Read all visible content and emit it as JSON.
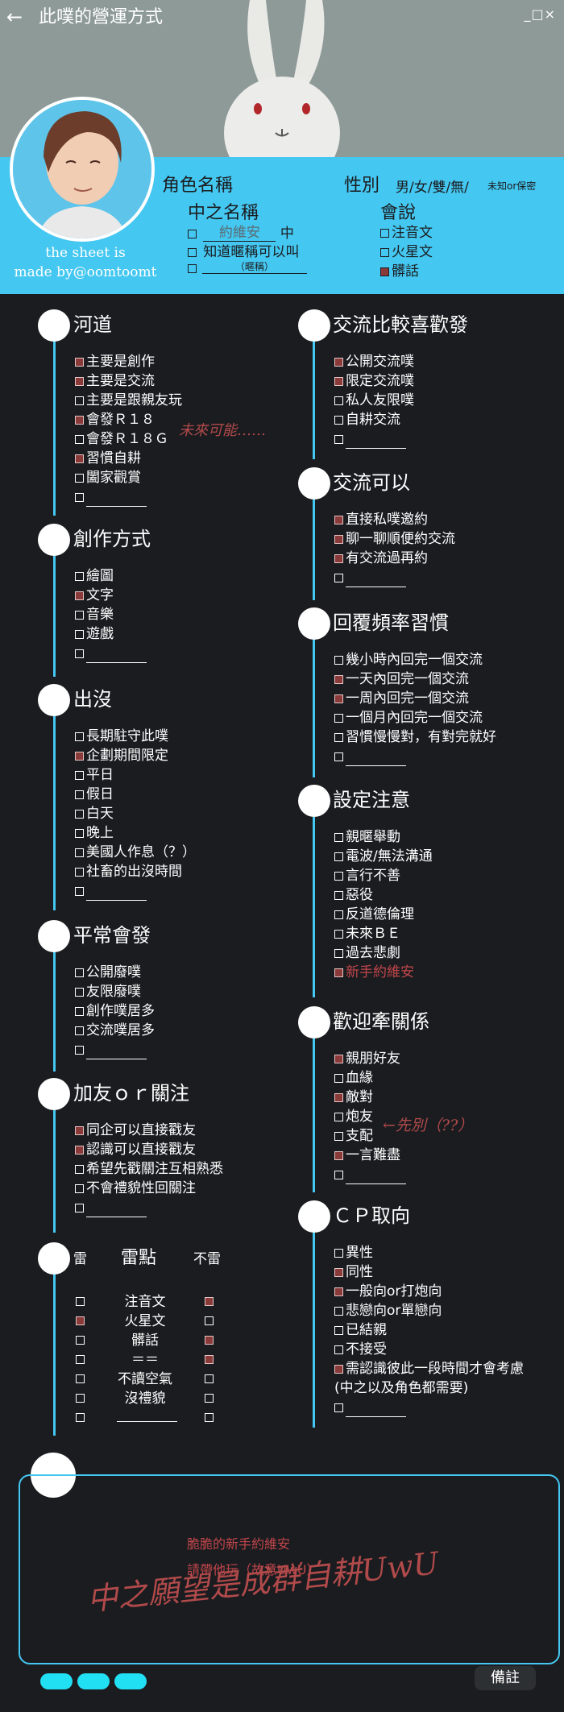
{
  "header": {
    "back_icon": "←",
    "title": "此噗的營運方式",
    "window_controls": "_□×"
  },
  "credit": [
    "the sheet is",
    "made by@oomtoomt"
  ],
  "profile": {
    "char_name_label": "角色名稱",
    "gender_label": "性別",
    "gender_options": "男/女/雙/無/",
    "gender_extra": "未知or保密",
    "player_label": "中之名稱",
    "player_name": "約維安",
    "player_suffix": "中",
    "nickname_ok": "知道暱稱可以叫",
    "nickname_hint": "（暱稱）",
    "lang_label": "會說",
    "langs": [
      {
        "label": "注音文",
        "checked": false
      },
      {
        "label": "火星文",
        "checked": false
      },
      {
        "label": "髒話",
        "checked": true
      }
    ]
  },
  "left_sections": [
    {
      "title": "河道",
      "items": [
        {
          "label": "主要是創作",
          "checked": true
        },
        {
          "label": "主要是交流",
          "checked": true
        },
        {
          "label": "主要是跟親友玩",
          "checked": false
        },
        {
          "label": "會發Ｒ１８",
          "checked": true
        },
        {
          "label": "會發Ｒ１８Ｇ",
          "checked": false
        },
        {
          "label": "習慣自耕",
          "checked": true
        },
        {
          "label": "闔家觀賞",
          "checked": false
        },
        {
          "label": "",
          "checked": false
        }
      ]
    },
    {
      "title": "創作方式",
      "items": [
        {
          "label": "繪圖",
          "checked": false
        },
        {
          "label": "文字",
          "checked": true
        },
        {
          "label": "音樂",
          "checked": false
        },
        {
          "label": "遊戲",
          "checked": false
        },
        {
          "label": "",
          "checked": false
        }
      ]
    },
    {
      "title": "出沒",
      "items": [
        {
          "label": "長期駐守此噗",
          "checked": false
        },
        {
          "label": "企劃期間限定",
          "checked": true
        },
        {
          "label": "平日",
          "checked": false
        },
        {
          "label": "假日",
          "checked": false
        },
        {
          "label": "白天",
          "checked": false
        },
        {
          "label": "晚上",
          "checked": false
        },
        {
          "label": "美國人作息（？）",
          "checked": false
        },
        {
          "label": "社畜的出沒時間",
          "checked": false
        },
        {
          "label": "",
          "checked": false
        }
      ]
    },
    {
      "title": "平常會發",
      "items": [
        {
          "label": "公開廢噗",
          "checked": false
        },
        {
          "label": "友限廢噗",
          "checked": false
        },
        {
          "label": "創作噗居多",
          "checked": false
        },
        {
          "label": "交流噗居多",
          "checked": false
        },
        {
          "label": "",
          "checked": false
        }
      ]
    },
    {
      "title": "加友ｏｒ關注",
      "items": [
        {
          "label": "同企可以直接戳友",
          "checked": true
        },
        {
          "label": "認識可以直接戳友",
          "checked": true
        },
        {
          "label": "希望先戳關注互相熟悉",
          "checked": false
        },
        {
          "label": "不會禮貌性回關注",
          "checked": false
        },
        {
          "label": "",
          "checked": false
        }
      ]
    }
  ],
  "landmine": {
    "col_left": "雷",
    "col_mid": "雷點",
    "col_right": "不雷",
    "rows": [
      {
        "label": "注音文",
        "lei": false,
        "bulei": true
      },
      {
        "label": "火星文",
        "lei": true,
        "bulei": false
      },
      {
        "label": "髒話",
        "lei": false,
        "bulei": true
      },
      {
        "label": "＝＝",
        "lei": false,
        "bulei": true
      },
      {
        "label": "不讀空氣",
        "lei": false,
        "bulei": false
      },
      {
        "label": "沒禮貌",
        "lei": false,
        "bulei": false
      },
      {
        "label": "",
        "lei": false,
        "bulei": false
      }
    ]
  },
  "right_sections": [
    {
      "title": "交流比較喜歡發",
      "items": [
        {
          "label": "公開交流噗",
          "checked": true
        },
        {
          "label": "限定交流噗",
          "checked": true
        },
        {
          "label": "私人友限噗",
          "checked": false
        },
        {
          "label": "自耕交流",
          "checked": false
        },
        {
          "label": "",
          "checked": false
        }
      ]
    },
    {
      "title": "交流可以",
      "items": [
        {
          "label": "直接私噗邀約",
          "checked": true
        },
        {
          "label": "聊一聊順便約交流",
          "checked": true
        },
        {
          "label": "有交流過再約",
          "checked": true
        },
        {
          "label": "",
          "checked": false
        }
      ]
    },
    {
      "title": "回覆頻率習慣",
      "items": [
        {
          "label": "幾小時內回完一個交流",
          "checked": false
        },
        {
          "label": "一天內回完一個交流",
          "checked": true
        },
        {
          "label": "一周內回完一個交流",
          "checked": true
        },
        {
          "label": "一個月內回完一個交流",
          "checked": false
        },
        {
          "label": "習慣慢慢對，有對完就好",
          "checked": false
        },
        {
          "label": "",
          "checked": false
        }
      ]
    },
    {
      "title": "設定注意",
      "items": [
        {
          "label": "親暱舉動",
          "checked": false
        },
        {
          "label": "電波/無法溝通",
          "checked": false
        },
        {
          "label": "言行不善",
          "checked": false
        },
        {
          "label": "惡役",
          "checked": false
        },
        {
          "label": "反道德倫理",
          "checked": false
        },
        {
          "label": "未來ＢＥ",
          "checked": false
        },
        {
          "label": "過去悲劇",
          "checked": false
        },
        {
          "label": "新手約維安",
          "checked": true,
          "red": true
        }
      ]
    },
    {
      "title": "歡迎牽關係",
      "items": [
        {
          "label": "親朋好友",
          "checked": true
        },
        {
          "label": "血緣",
          "checked": false
        },
        {
          "label": "敵對",
          "checked": true
        },
        {
          "label": "炮友",
          "checked": false
        },
        {
          "label": "支配",
          "checked": false
        },
        {
          "label": "一言難盡",
          "checked": true
        },
        {
          "label": "",
          "checked": false
        }
      ]
    },
    {
      "title": "ＣＰ取向",
      "items": [
        {
          "label": "異性",
          "checked": false
        },
        {
          "label": "同性",
          "checked": true
        },
        {
          "label": "一般向or打炮向",
          "checked": true
        },
        {
          "label": "悲戀向or單戀向",
          "checked": false
        },
        {
          "label": "已結親",
          "checked": false
        },
        {
          "label": "不接受",
          "checked": false
        },
        {
          "label": "需認識彼此一段時間才會考慮",
          "checked": true
        },
        {
          "label": "(中之以及角色都需要)",
          "checked": false,
          "nobox": true
        },
        {
          "label": "",
          "checked": false
        }
      ]
    }
  ],
  "annotations": {
    "r18_note": "未來可能……",
    "paoyou_note": "←先別（??）"
  },
  "remarks": {
    "line1": "脆脆的新手約維安",
    "line2": "請帶他玩（故意UwU）",
    "handwritten": "中之願望是成群自耕UwU"
  },
  "note_button": "備註",
  "colors": {
    "accent": "#44c7f0",
    "check": "#8b3a3a",
    "bg": "#1b1c20",
    "pill": "#22e0f3"
  }
}
